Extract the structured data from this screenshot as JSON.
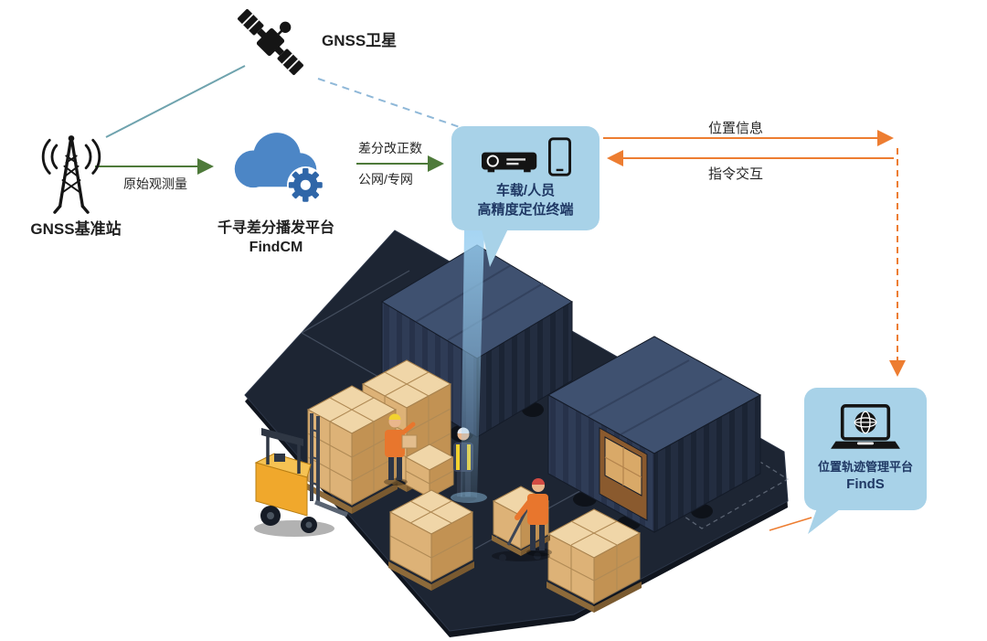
{
  "diagram": {
    "satellite": {
      "label": "GNSS卫星"
    },
    "base_station": {
      "label": "GNSS基准站"
    },
    "cloud_platform": {
      "name": "千寻差分播发平台",
      "product": "FindCM"
    },
    "terminal": {
      "line1": "车载/人员",
      "line2": "高精度定位终端"
    },
    "management_platform": {
      "name": "位置轨迹管理平台",
      "product": "FindS"
    },
    "edges": {
      "raw_observation": "原始观测量",
      "correction_line1": "差分改正数",
      "correction_line2": "公网/专网",
      "position_info": "位置信息",
      "command_interaction": "指令交互"
    }
  },
  "icons": {
    "satellite": "satellite-icon",
    "base_station": "radio-tower-icon",
    "cloud_platform": "cloud-gear-icon",
    "terminal_receiver": "vehicle-receiver-icon",
    "terminal_phone": "smartphone-icon",
    "management_platform": "laptop-globe-icon"
  },
  "colors": {
    "bubble_blue": "#A8D2E8",
    "navy_text": "#1F3864",
    "arrow_green": "#4E7A3A",
    "arrow_orange": "#ED7D31",
    "link_teal": "#6FA3AE",
    "link_dashed_blue": "#8FB8D8",
    "cloud_blue": "#4C86C6",
    "container_navy": "#2E3B54",
    "floor_dark": "#1D2533",
    "crate_tan": "#DDB277",
    "forklift_yellow": "#F0A82C"
  }
}
